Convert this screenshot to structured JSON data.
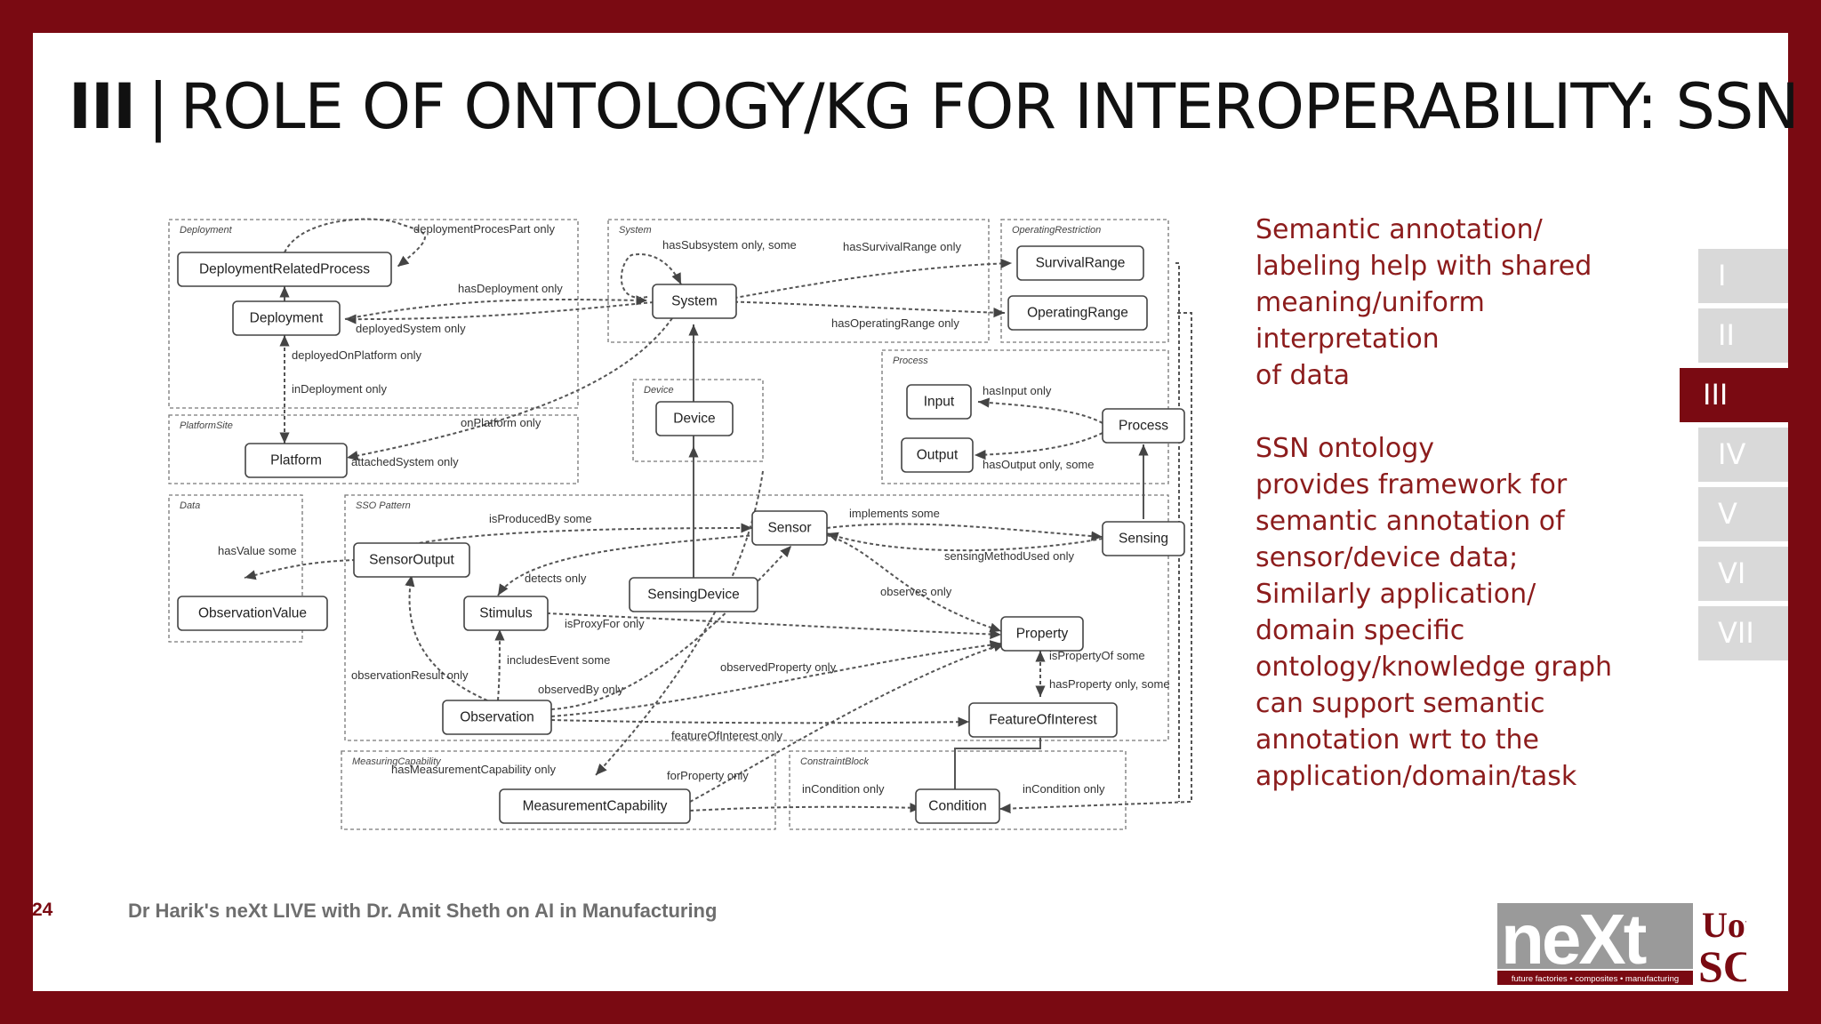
{
  "title": {
    "num": "III",
    "sep": "|",
    "text": "ROLE OF ONTOLOGY/KG FOR INTEROPERABILITY: SSN"
  },
  "side": {
    "p1": [
      "Semantic annotation/",
      "labeling help with shared",
      "meaning/uniform",
      "interpretation",
      "of data"
    ],
    "p2": [
      "SSN ontology",
      "provides framework for",
      "semantic annotation of",
      "sensor/device data;",
      "Similarly application/",
      "domain specific",
      "ontology/knowledge graph",
      "can support semantic",
      "annotation wrt to the",
      "application/domain/task"
    ]
  },
  "nav": [
    "I",
    "II",
    "III",
    "IV",
    "V",
    "VI",
    "VII"
  ],
  "nav_active": 2,
  "footer": {
    "page": "24",
    "text": "Dr Harik's neXt LIVE with Dr. Amit Sheth on AI in Manufacturing"
  },
  "logo": {
    "next": "neXt",
    "uof": "Uof",
    "sc": "SC",
    "tagline": "future factories • composites • manufacturing"
  },
  "diagram": {
    "groups": [
      "Deployment",
      "System",
      "OperatingRestriction",
      "Device",
      "Process",
      "PlatformSite",
      "Data",
      "SSO Pattern",
      "MeasuringCapability",
      "ConstraintBlock"
    ],
    "nodes": {
      "drp": "DeploymentRelatedProcess",
      "dep": "Deployment",
      "sys": "System",
      "sr": "SurvivalRange",
      "or": "OperatingRange",
      "dev": "Device",
      "inp": "Input",
      "proc": "Process",
      "out": "Output",
      "plat": "Platform",
      "sensor": "Sensor",
      "sensing": "Sensing",
      "so": "SensorOutput",
      "ov": "ObservationValue",
      "stim": "Stimulus",
      "sd": "SensingDevice",
      "prop": "Property",
      "obs": "Observation",
      "foi": "FeatureOfInterest",
      "mc": "MeasurementCapability",
      "cond": "Condition"
    },
    "edges": {
      "e1": "deploymentProcesPart only",
      "e2": "hasDeployment only",
      "e3": "deployedSystem only",
      "e4": "deployedOnPlatform only",
      "e5": "inDeployment only",
      "e6": "hasSubsystem only, some",
      "e7": "hasSurvivalRange only",
      "e8": "hasOperatingRange only",
      "e9": "onPlatform only",
      "e10": "attachedSystem only",
      "e11": "hasInput only",
      "e12": "hasOutput only, some",
      "e13": "hasValue some",
      "e14": "isProducedBy some",
      "e15": "implements some",
      "e16": "detects only",
      "e17": "sensingMethodUsed only",
      "e18": "observes only",
      "e19": "isProxyFor only",
      "e20": "includesEvent some",
      "e21": "observationResult only",
      "e22": "observedBy only",
      "e23": "observedProperty only",
      "e24": "isPropertyOf some",
      "e25": "hasProperty only, some",
      "e26": "featureOfInterest only",
      "e27": "hasMeasurementCapability only",
      "e28": "forProperty only",
      "e29": "inCondition only",
      "e30": "inCondition only"
    }
  }
}
